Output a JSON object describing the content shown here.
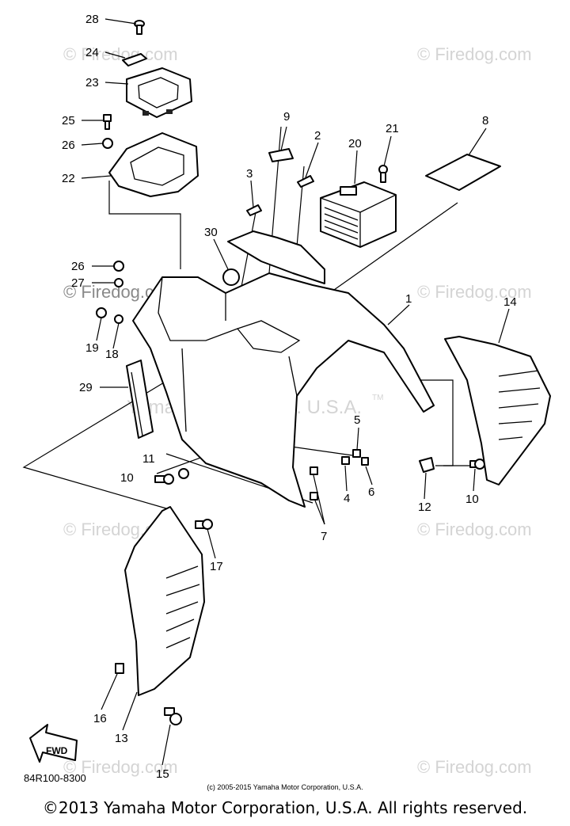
{
  "watermarks": {
    "firedog": "© Firedog.com",
    "firedog_dark": "© Firedog.com",
    "yamaha": "Yamaha Motor Corp. U.S.A.",
    "tm": "TM"
  },
  "diagram": {
    "code": "84R100-8300",
    "fwd_label": "FWD",
    "callouts": [
      "28",
      "24",
      "23",
      "25",
      "26",
      "22",
      "9",
      "2",
      "21",
      "20",
      "8",
      "3",
      "30",
      "26",
      "27",
      "19",
      "18",
      "1",
      "14",
      "29",
      "5",
      "11",
      "10",
      "4",
      "6",
      "12",
      "10",
      "7",
      "17",
      "16",
      "13",
      "15"
    ]
  },
  "footer": {
    "small_copyright": "(c) 2005-2015 Yamaha Motor Corporation, U.S.A.",
    "main_copyright": "©2013 Yamaha Motor Corporation, U.S.A. All rights reserved."
  }
}
